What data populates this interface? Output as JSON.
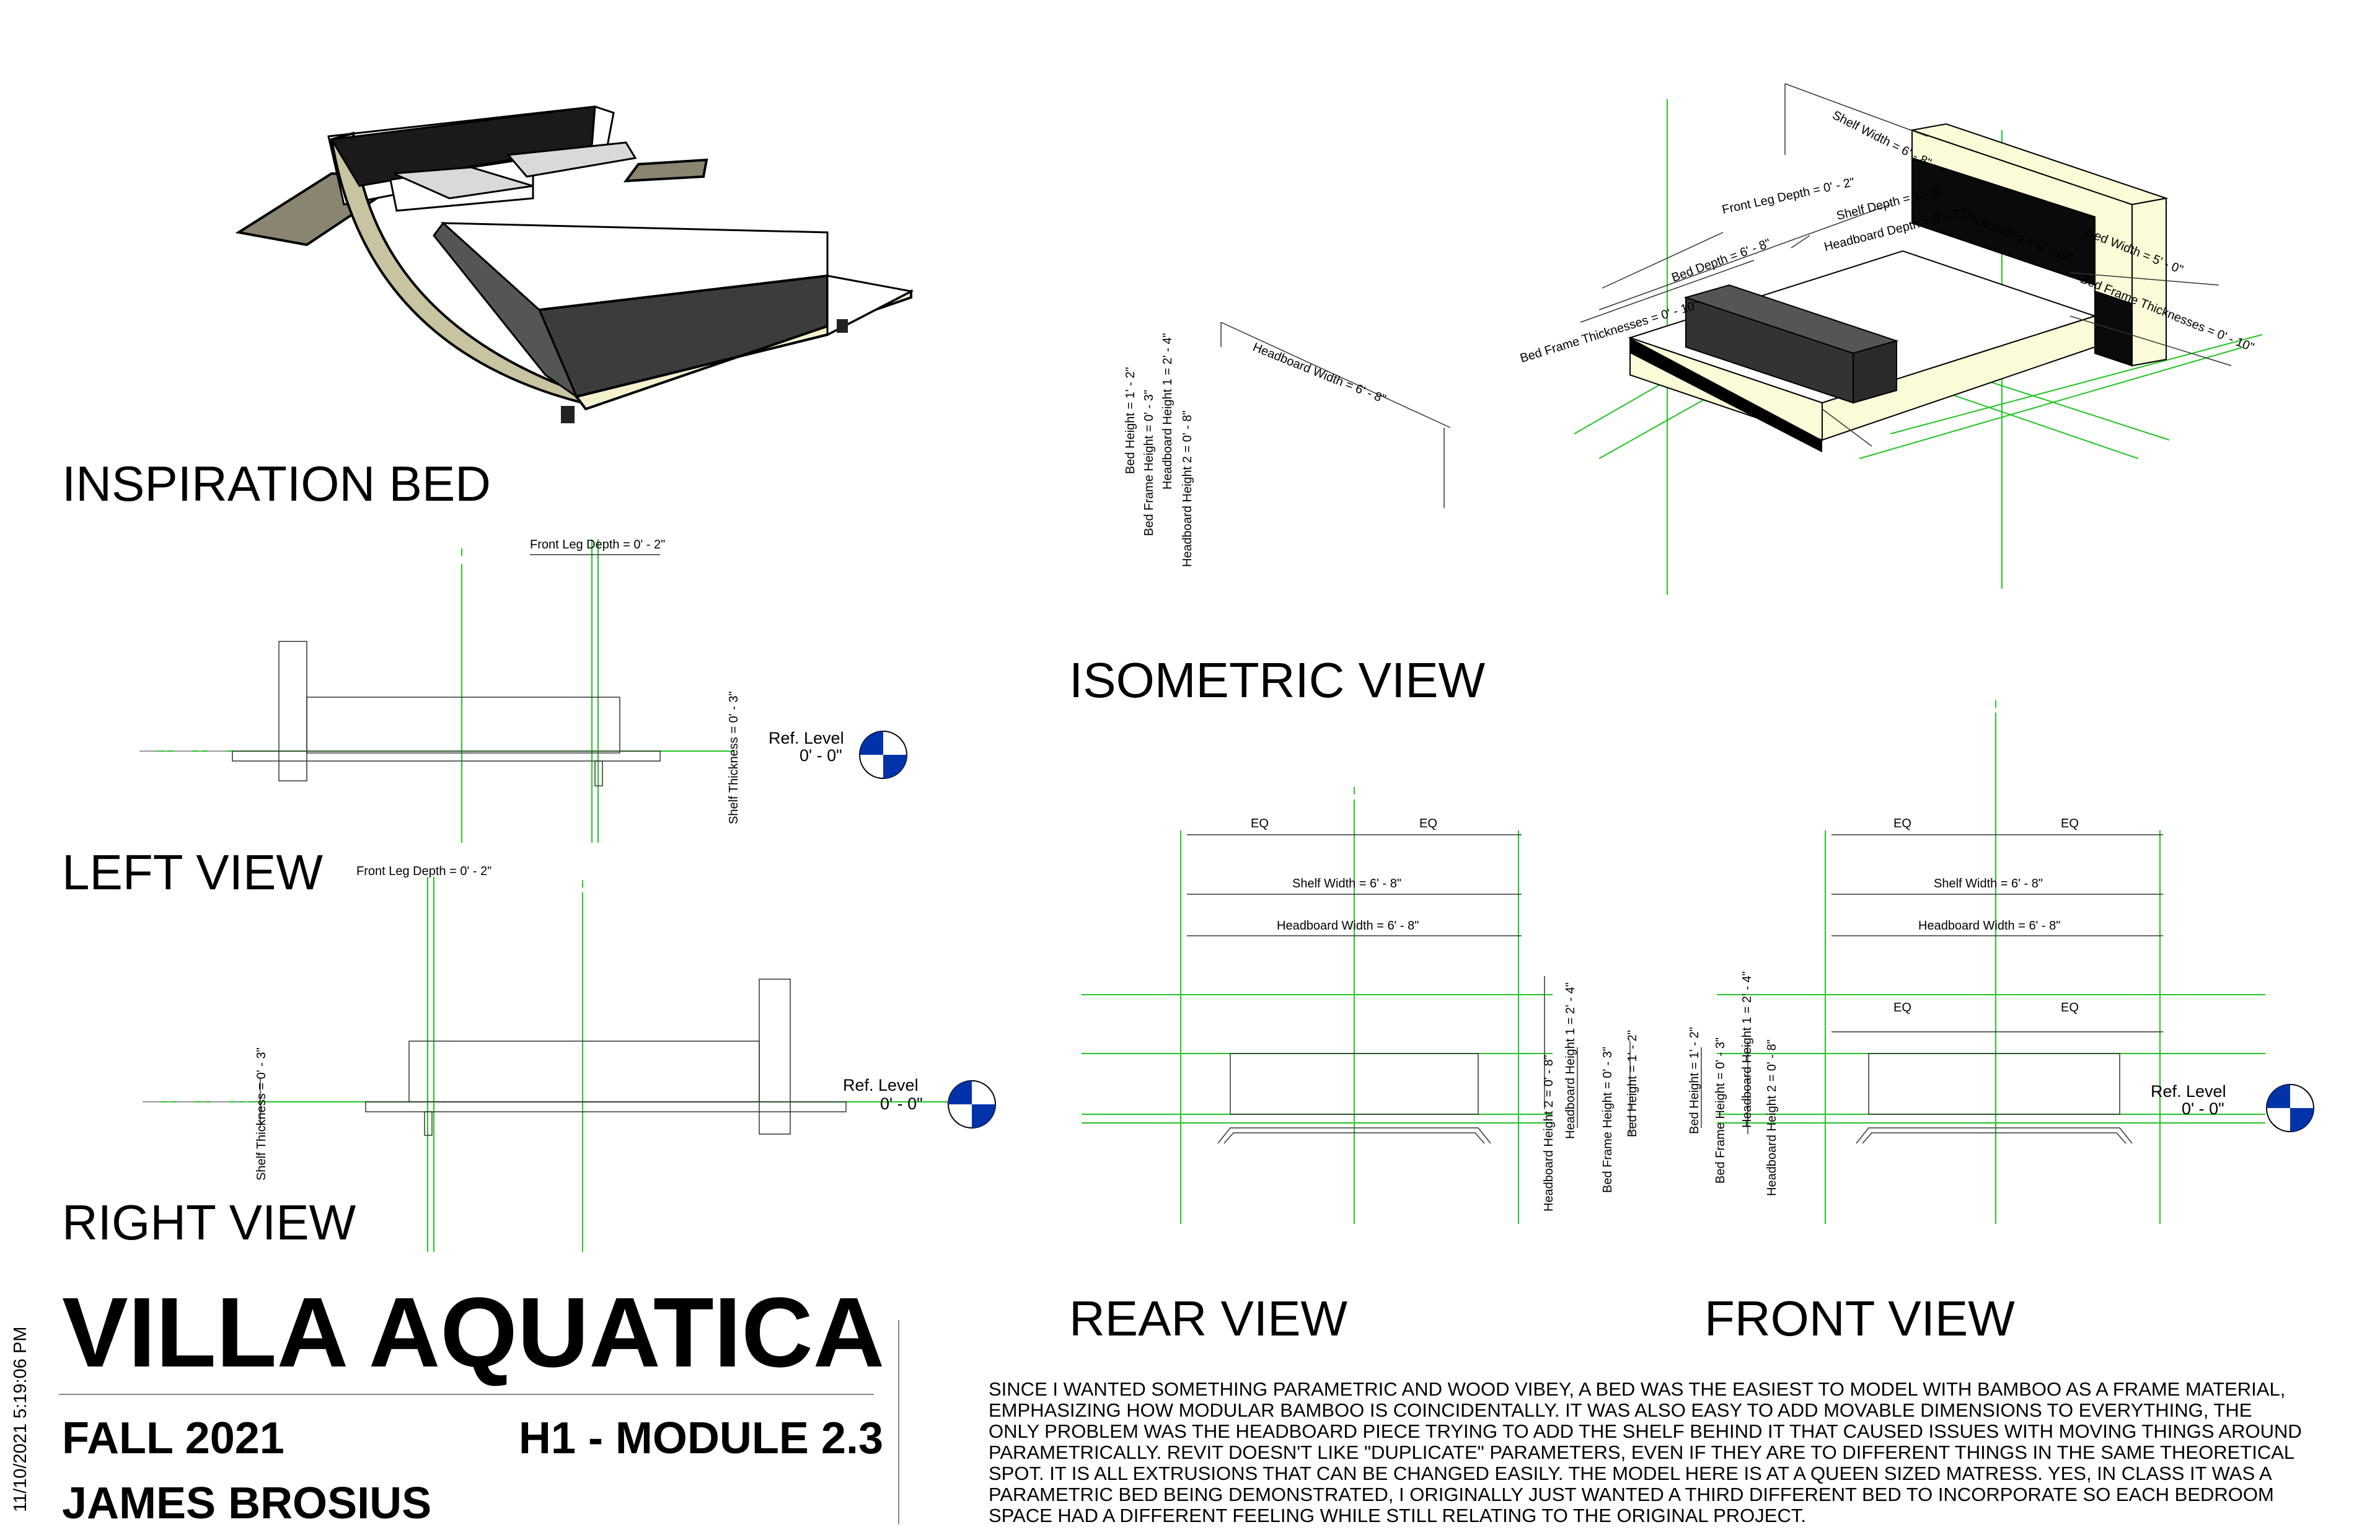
{
  "sheet": {
    "timestamp": "11/10/2021 5:19:06 PM",
    "project_title": "VILLA AQUATICA",
    "term": "FALL 2021",
    "module": "H1 - MODULE 2.3",
    "author": "JAMES BROSIUS",
    "notes": "SINCE I WANTED SOMETHING PARAMETRIC AND WOOD VIBEY, A BED WAS THE EASIEST TO MODEL WITH BAMBOO AS A FRAME MATERIAL, EMPHASIZING HOW MODULAR BAMBOO IS COINCIDENTALLY. IT WAS ALSO EASY TO ADD MOVABLE DIMENSIONS TO EVERYTHING, THE ONLY PROBLEM WAS THE HEADBOARD PIECE TRYING TO ADD THE SHELF BEHIND IT THAT CAUSED ISSUES WITH MOVING THINGS AROUND PARAMETRICALLY. REVIT DOESN'T LIKE \"DUPLICATE\" PARAMETERS, EVEN IF THEY ARE TO DIFFERENT THINGS IN THE SAME THEORETICAL SPOT. IT IS ALL EXTRUSIONS THAT CAN BE CHANGED EASILY. THE MODEL HERE IS AT A QUEEN SIZED MATRESS. YES, IN CLASS IT WAS A PARAMETRIC BED BEING DEMONSTRATED, I ORIGINALLY JUST WANTED A THIRD DIFFERENT BED TO INCORPORATE SO EACH BEDROOM SPACE HAD A DIFFERENT FEELING WHILE STILL RELATING TO THE ORIGINAL PROJECT."
  },
  "view_titles": {
    "inspiration": "INSPIRATION BED",
    "left": "LEFT VIEW",
    "right": "RIGHT VIEW",
    "isometric": "ISOMETRIC VIEW",
    "rear": "REAR VIEW",
    "front": "FRONT VIEW"
  },
  "ref_level": {
    "label": "Ref. Level",
    "value": "0' - 0\""
  },
  "dimensions": {
    "front_leg_depth": "Front Leg Depth = 0' - 2\"",
    "shelf_thickness": "Shelf Thickness = 0' - 3\"",
    "eq": "EQ",
    "shelf_width": "Shelf Width = 6' - 8\"",
    "headboard_width": "Headboard Width = 6' - 8\"",
    "headboard_height_2": "Headboard Height 2 = 0' - 8\"",
    "headboard_height_1": "Headboard Height 1 = 2' - 4\"",
    "bed_frame_height": "Bed Frame Height = 0' - 3\"",
    "bed_height": "Bed Height = 1' - 2\"",
    "bed_depth": "Bed Depth = 6' - 8\"",
    "bed_frame_thicknesses": "Bed Frame Thicknesses = 0' - 10\"",
    "thicknesses": "Thicknesses = 0' - 10\"",
    "headboard_depth": "Headboard Depth = 0' - 7\"",
    "shelf_depth": "Shelf Depth = 1' - 0\"",
    "bed_width": "Bed Width = 5' - 0\""
  },
  "colors": {
    "ref_marker": "#0033aa",
    "work_plane": "#22c422",
    "wood": "#fbfbd8"
  }
}
